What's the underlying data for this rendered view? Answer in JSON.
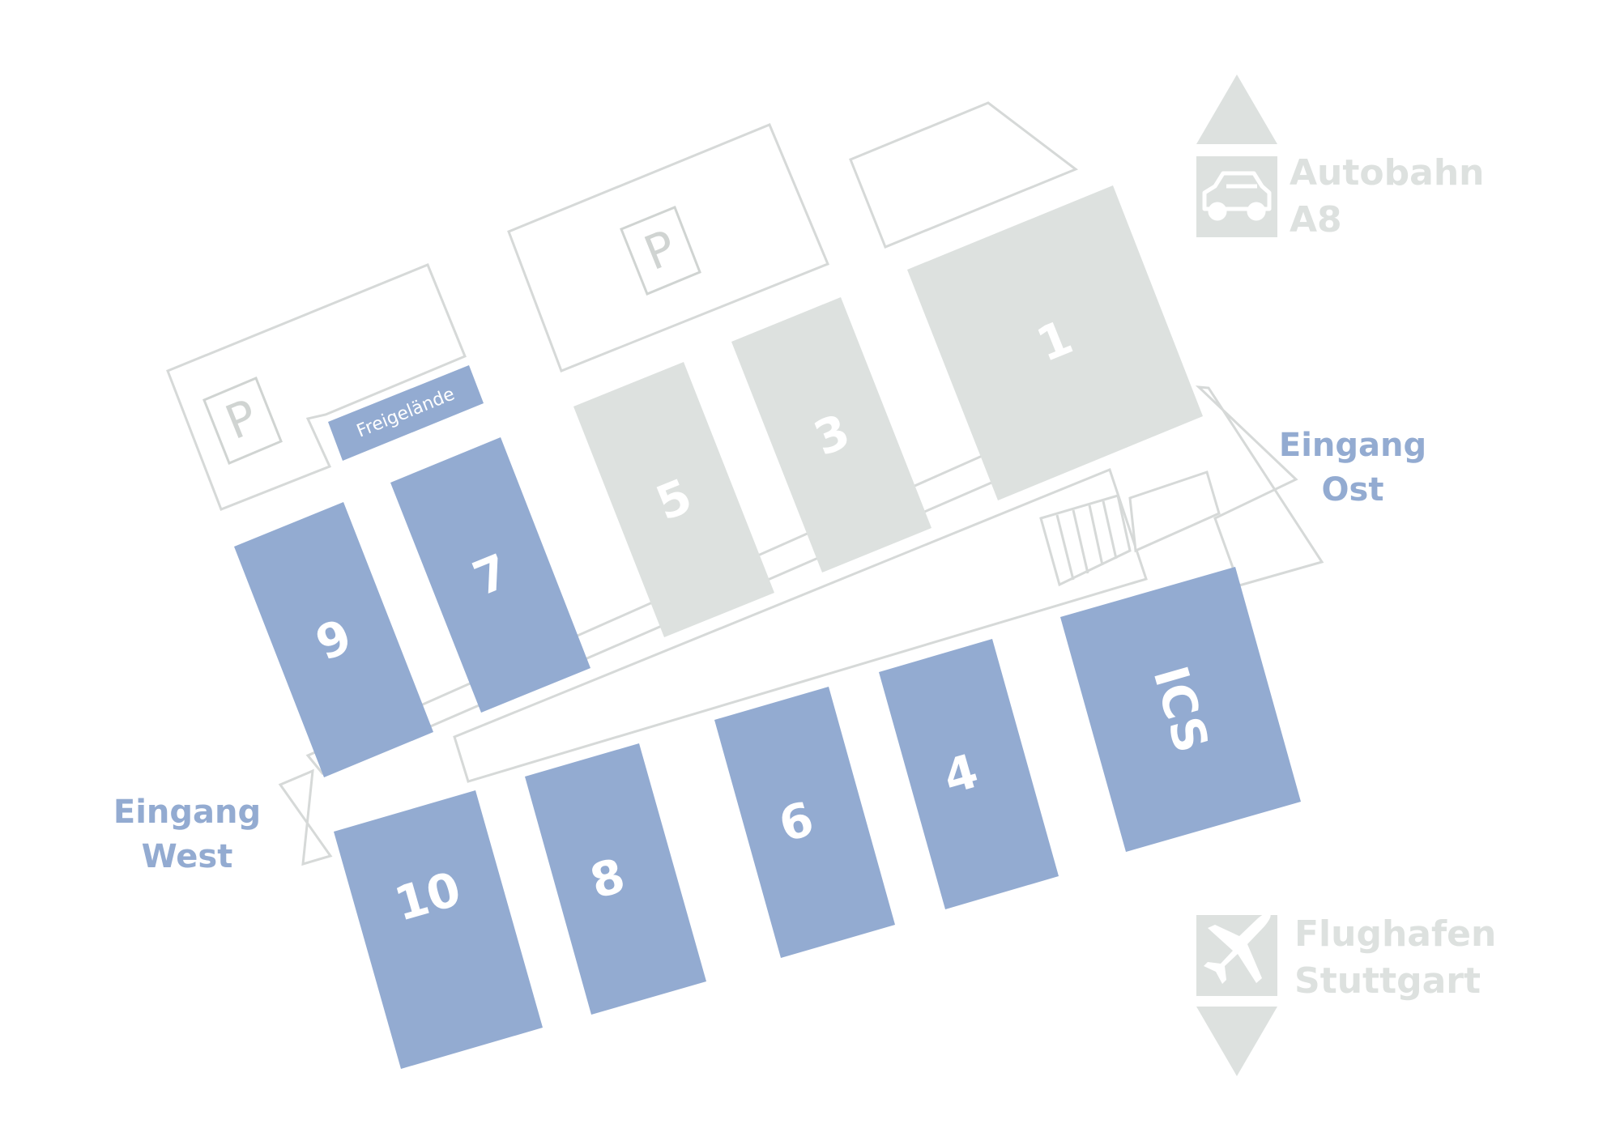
{
  "colors": {
    "hall_blue": "#93abd1",
    "hall_grey": "#dde1df",
    "outline": "#d6d9d8",
    "entrance_text": "#93abd1",
    "sign_text": "#dde1df"
  },
  "halls": {
    "h1": "1",
    "h3": "3",
    "h5": "5",
    "h7": "7",
    "h9": "9",
    "h4": "4",
    "h6": "6",
    "h8": "8",
    "h10": "10",
    "ics": "ICS"
  },
  "areas": {
    "freigelaende": "Freigelände"
  },
  "parking": {
    "label_1": "P",
    "label_2": "P"
  },
  "entrances": {
    "east_line1": "Eingang",
    "east_line2": "Ost",
    "west_line1": "Eingang",
    "west_line2": "West"
  },
  "directions": {
    "autobahn_line1": "Autobahn",
    "autobahn_line2": "A8",
    "autobahn_icon": "car-icon",
    "flughafen_line1": "Flughafen",
    "flughafen_line2": "Stuttgart",
    "flughafen_icon": "airplane-icon"
  }
}
